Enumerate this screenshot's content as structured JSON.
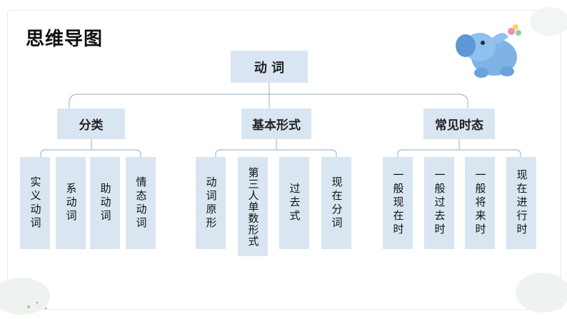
{
  "title": "思维导图",
  "root": "动 词",
  "categories": [
    {
      "label": "分类",
      "items": [
        "实义动词",
        "系动词",
        "助动词",
        "情态动词"
      ]
    },
    {
      "label": "基本形式",
      "items": [
        "动词原形",
        "第三人单数形式",
        "过去式",
        "现在分词"
      ]
    },
    {
      "label": "常见时态",
      "items": [
        "一般现在时",
        "一般过去时",
        "一般将来时",
        "现在进行时"
      ]
    }
  ],
  "colors": {
    "box_fill": "#d9e6f2",
    "line": "#a9bccb"
  },
  "icons": [
    "elephant-mascot-icon"
  ]
}
